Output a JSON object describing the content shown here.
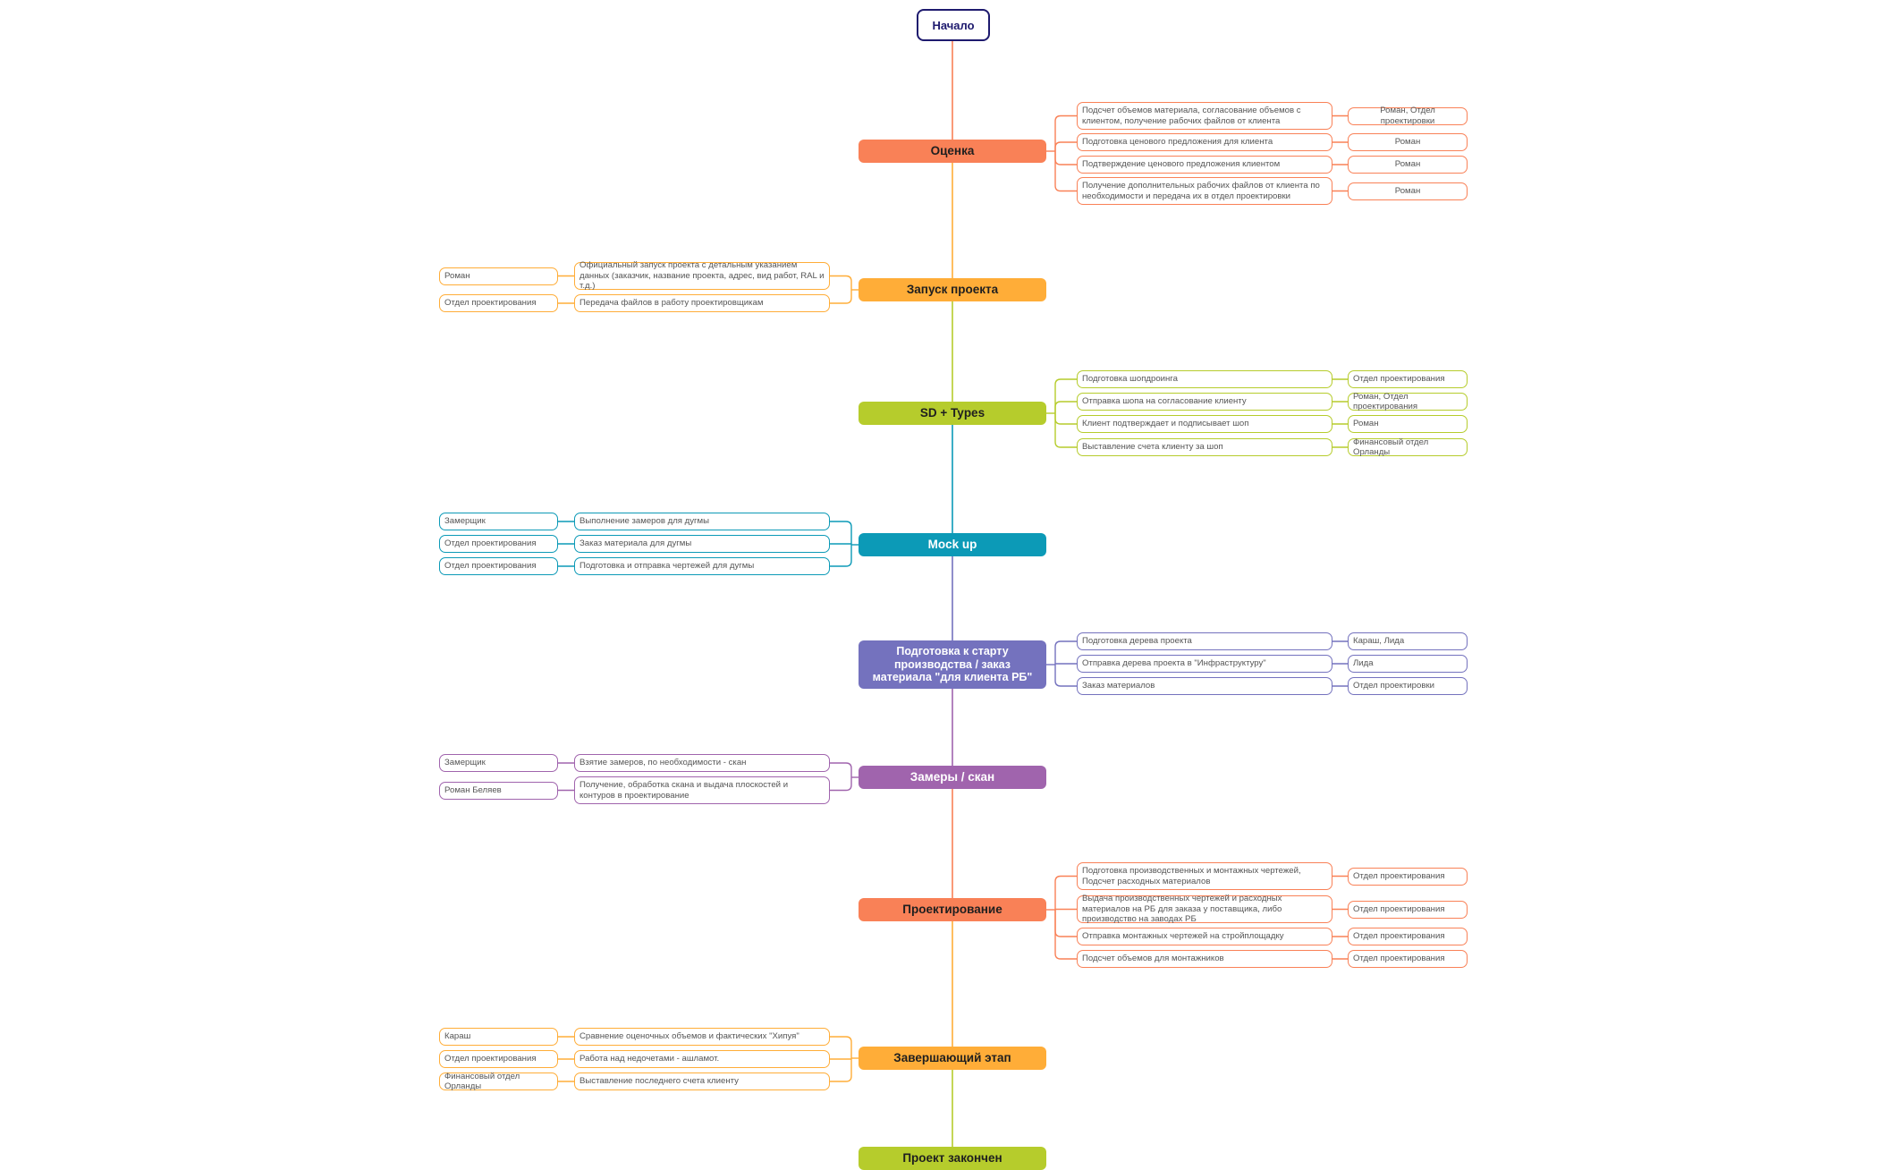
{
  "root": {
    "label": "Начало"
  },
  "stages": [
    {
      "id": "ocenka",
      "label": "Оценка",
      "color": "#f98157",
      "side": "right",
      "tasks": [
        {
          "text": "Подсчет объемов материала, согласование объемов с клиентом, получение рабочих файлов от клиента",
          "owner": "Роман, Отдел проектировки"
        },
        {
          "text": "Подготовка ценового предложения для клиента",
          "owner": "Роман"
        },
        {
          "text": "Подтверждение ценового предложения клиентом",
          "owner": "Роман"
        },
        {
          "text": "Получение дополнительных рабочих файлов от клиента по необходимости и передача их в отдел проектировки",
          "owner": "Роман"
        }
      ]
    },
    {
      "id": "zapusk",
      "label": "Запуск проекта",
      "color": "#ffad38",
      "side": "left",
      "tasks": [
        {
          "text": "Официальный запуск проекта с детальным указанием данных (заказчик, название проекта, адрес, вид работ, RAL и т.д.)",
          "owner": "Роман"
        },
        {
          "text": "Передача файлов в работу проектировщикам",
          "owner": "Отдел проектирования"
        }
      ]
    },
    {
      "id": "sd",
      "label": "SD + Types",
      "color": "#b6cc2c",
      "side": "right",
      "tasks": [
        {
          "text": "Подготовка шопдроинга",
          "owner": "Отдел проектирования"
        },
        {
          "text": "Отправка шопа на согласование клиенту",
          "owner": "Роман, Отдел проектирования"
        },
        {
          "text": "Клиент подтверждает и подписывает шоп",
          "owner": "Роман"
        },
        {
          "text": "Выставление счета клиенту за шоп",
          "owner": "Финансовый отдел Орланды"
        }
      ]
    },
    {
      "id": "mockup",
      "label": "Mock up",
      "color": "#0c9ab7",
      "side": "left",
      "tasks": [
        {
          "text": "Выполнение замеров для дугмы",
          "owner": "Замерщик"
        },
        {
          "text": "Заказ материала для дугмы",
          "owner": "Отдел проектирования"
        },
        {
          "text": "Подготовка и отправка чертежей для дугмы",
          "owner": "Отдел проектирования"
        }
      ]
    },
    {
      "id": "podgotovka",
      "label": "Подготовка к старту производства / заказ материала \"для клиента РБ\"",
      "color": "#7472be",
      "side": "right",
      "tasks": [
        {
          "text": "Подготовка дерева проекта",
          "owner": "Караш, Лида"
        },
        {
          "text": "Отправка дерева проекта в \"Инфраструктуру\"",
          "owner": "Лида"
        },
        {
          "text": "Заказ материалов",
          "owner": "Отдел проектировки"
        }
      ]
    },
    {
      "id": "zamery",
      "label": "Замеры / скан",
      "color": "#a064ad",
      "side": "left",
      "tasks": [
        {
          "text": "Взятие замеров, по необходимости - скан",
          "owner": "Замерщик"
        },
        {
          "text": "Получение, обработка скана и выдача плоскостей и контуров в проектирование",
          "owner": "Роман Беляев"
        }
      ]
    },
    {
      "id": "proekt",
      "label": "Проектирование",
      "color": "#f98157",
      "side": "right",
      "tasks": [
        {
          "text": "Подготовка производственных и монтажных чертежей, Подсчет расходных материалов",
          "owner": "Отдел проектирования"
        },
        {
          "text": "Выдача производственных чертежей и расходных материалов на РБ для заказа у поставщика, либо производство на заводах РБ",
          "owner": "Отдел проектирования"
        },
        {
          "text": "Отправка монтажных чертежей на стройплощадку",
          "owner": "Отдел проектирования"
        },
        {
          "text": "Подсчет объемов для монтажников",
          "owner": "Отдел проектирования"
        }
      ]
    },
    {
      "id": "zaversh",
      "label": "Завершающий этап",
      "color": "#ffad38",
      "side": "left",
      "tasks": [
        {
          "text": "Сравнение оценочных объемов и фактических \"Хипуя\"",
          "owner": "Караш"
        },
        {
          "text": "Работа над недочетами - ашламот.",
          "owner": "Отдел проектирования"
        },
        {
          "text": "Выставление последнего счета клиенту",
          "owner": "Финансовый отдел Орланды"
        }
      ]
    },
    {
      "id": "konec",
      "label": "Проект закончен",
      "color": "#b6cc2c",
      "side": "none",
      "tasks": []
    }
  ]
}
